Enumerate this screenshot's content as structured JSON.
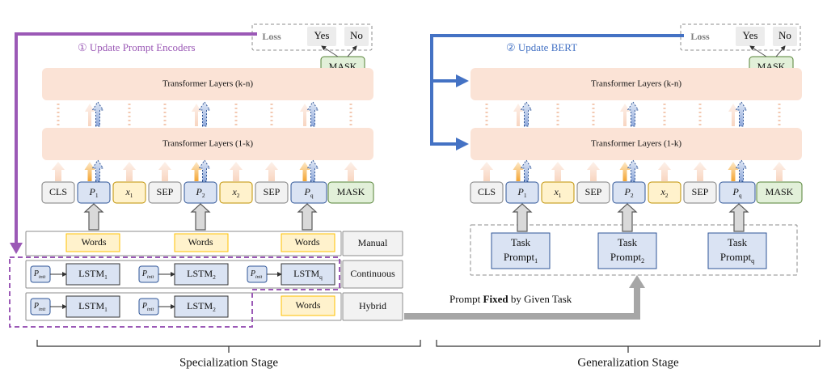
{
  "left": {
    "loss": "Loss",
    "yes": "Yes",
    "no": "No",
    "mask_top": "MASK",
    "step_label": "①  Update Prompt Encoders",
    "layers_top": "Transformer Layers (k-n)",
    "layers_bottom": "Transformer Layers (1-k)",
    "tokens": {
      "cls": "CLS",
      "p1": "P",
      "p1_sub": "1",
      "x1": "x",
      "x1_sub": "1",
      "sep1": "SEP",
      "p2": "P",
      "p2_sub": "2",
      "x2": "x",
      "x2_sub": "2",
      "sep2": "SEP",
      "pq": "P",
      "pq_sub": "q",
      "mask": "MASK"
    },
    "rows": {
      "manual": {
        "label": "Manual",
        "words": [
          "Words",
          "Words",
          "Words"
        ]
      },
      "continuous": {
        "label": "Continuous",
        "pinit": "P",
        "pinit_sub": "init",
        "lstm": [
          {
            "name": "LSTM",
            "sub": "1"
          },
          {
            "name": "LSTM",
            "sub": "2"
          },
          {
            "name": "LSTM",
            "sub": "q"
          }
        ]
      },
      "hybrid": {
        "label": "Hybrid",
        "pinit": "P",
        "pinit_sub": "init",
        "lstm": [
          {
            "name": "LSTM",
            "sub": "1"
          },
          {
            "name": "LSTM",
            "sub": "2"
          }
        ],
        "words": "Words"
      }
    },
    "stage": "Specialization Stage"
  },
  "right": {
    "loss": "Loss",
    "yes": "Yes",
    "no": "No",
    "mask_top": "MASK",
    "step_label": "②  Update BERT",
    "layers_top": "Transformer Layers (k-n)",
    "layers_bottom": "Transformer Layers (1-k)",
    "tokens": {
      "cls": "CLS",
      "p1": "P",
      "p1_sub": "1",
      "x1": "x",
      "x1_sub": "1",
      "sep1": "SEP",
      "p2": "P",
      "p2_sub": "2",
      "x2": "x",
      "x2_sub": "2",
      "sep2": "SEP",
      "pq": "P",
      "pq_sub": "q",
      "mask": "MASK"
    },
    "task_prompts": [
      {
        "line1": "Task",
        "line2": "Prompt",
        "sub": "1"
      },
      {
        "line1": "Task",
        "line2": "Prompt",
        "sub": "2"
      },
      {
        "line1": "Task",
        "line2": "Prompt",
        "sub": "q"
      }
    ],
    "stage": "Generalization Stage"
  },
  "middle": {
    "prompt_pre": "Prompt ",
    "prompt_bold": "Fixed",
    "prompt_post": " by Given Task"
  },
  "colors": {
    "purple": "#9b59b6",
    "blue": "#4472c4",
    "peach": "#fbe3d6",
    "prompt_fill": "#dae3f3",
    "prompt_stroke": "#2f5597",
    "x_fill": "#fff2cc",
    "x_stroke": "#bf9000",
    "mask_fill": "#e2f0d9",
    "mask_stroke": "#548235",
    "gray_fill": "#f2f2f2",
    "gray_stroke": "#7f7f7f"
  }
}
